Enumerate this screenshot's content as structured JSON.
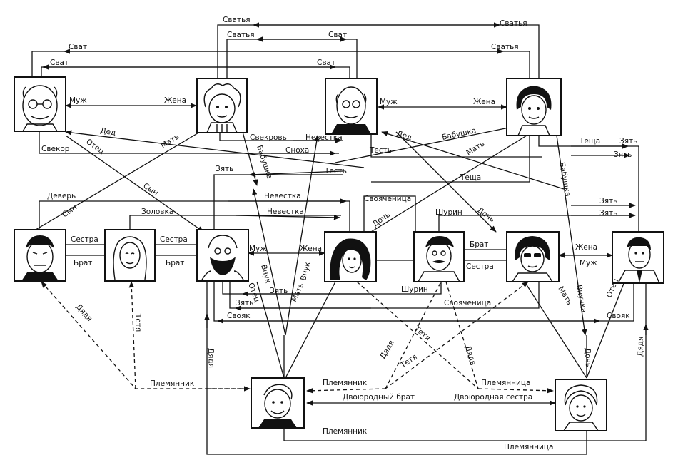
{
  "labels": {
    "svatya_top": "Сватья",
    "svatya_top_r": "Сватья",
    "svatya_2": "Сватья",
    "svat_2": "Сват",
    "svat_3": "Сват",
    "svatya_3": "Сватья",
    "svat_4": "Сват",
    "svat_4r": "Сват",
    "muzh_1": "Муж",
    "zhena_1": "Жена",
    "muzh_2": "Муж",
    "zhena_2": "Жена",
    "ded_1": "Дед",
    "otec_1": "Отец",
    "mat_1": "Мать",
    "svekor": "Свекор",
    "svekrov": "Свекровь",
    "nevestka_1": "Невестка",
    "snokha": "Сноха",
    "babushka_1": "Бабушка",
    "test_1": "Тесть",
    "test_2": "Тесть",
    "ded_2": "Дед",
    "babushka_2": "Бабушка",
    "mat_2": "Мать",
    "tescha_1": "Теща",
    "zyat_r1": "Зять",
    "zyat_r2": "Зять",
    "tescha_2": "Теща",
    "babushka_3": "Бабушка",
    "zyat_1": "Зять",
    "syn_1": "Сын",
    "deverr": "Деверь",
    "nevestka_2": "Невестка",
    "nevestka_3": "Невестка",
    "zolovka": "Золовка",
    "syn_2": "Сын",
    "svoyachenitsa_1": "Свояченица",
    "doch_1": "Дочь",
    "shurin_1": "Шурин",
    "doch_2": "Дочь",
    "zyat_r3": "Зять",
    "zyat_r4": "Зять",
    "sestra_1": "Сестра",
    "brat_1": "Брат",
    "sestra_2": "Сестра",
    "brat_2": "Брат",
    "muzh_3": "Муж",
    "zhena_3": "Жена",
    "brat_3": "Брат",
    "sestra_3": "Сестра",
    "zhena_4": "Жена",
    "muzh_4": "Муж",
    "otec_2": "Отец",
    "vnuk_1": "Внук",
    "vnuk_2": "Внук",
    "mat_3": "Мать",
    "zyat_2": "Зять",
    "zyat_3": "Зять",
    "svoyak_1": "Свояк",
    "shurin_2": "Шурин",
    "svoyachenitsa_2": "Свояченица",
    "mat_4": "Мать",
    "vnuchka": "Внучка",
    "otec_3": "Отец",
    "svoyak_2": "Свояк",
    "dyadya_1": "Дядя",
    "tetya_1": "Тетя",
    "dyadya_2": "Дядя",
    "plemyannik_1": "Племянник",
    "dyadya_3": "Дядя",
    "tetya_2": "Тетя",
    "tetya_3": "Тетя",
    "dyadya_4": "Дядя",
    "plemyannik_2": "Племянник",
    "plemyannitsa_1": "Племянница",
    "dvoyurodny_brat": "Двоюродный брат",
    "dvoyurodnaya_sestra": "Двоюродная сестра",
    "doch_3": "Дочь",
    "dyadya_5": "Дядя",
    "plemyannik_3": "Племянник",
    "plemyannitsa_2": "Племянница"
  },
  "colors": {
    "ink": "#111111",
    "paper": "#ffffff"
  }
}
